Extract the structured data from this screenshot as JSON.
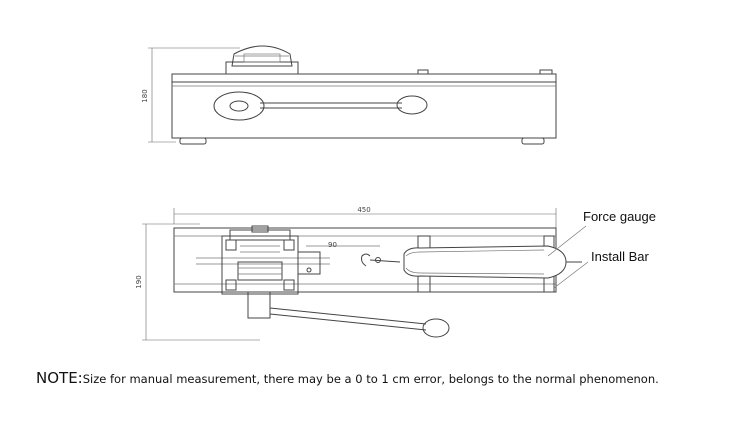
{
  "side_view": {
    "height_dimension": "180"
  },
  "top_view": {
    "width_dimension": "450",
    "depth_dimension": "190",
    "inner_dimension": "90"
  },
  "callouts": {
    "force_gauge": "Force gauge",
    "install_bar": "Install Bar"
  },
  "note": {
    "label": "NOTE:",
    "text": "Size for manual measurement, there may be a 0 to 1 cm error, belongs to the normal phenomenon."
  }
}
